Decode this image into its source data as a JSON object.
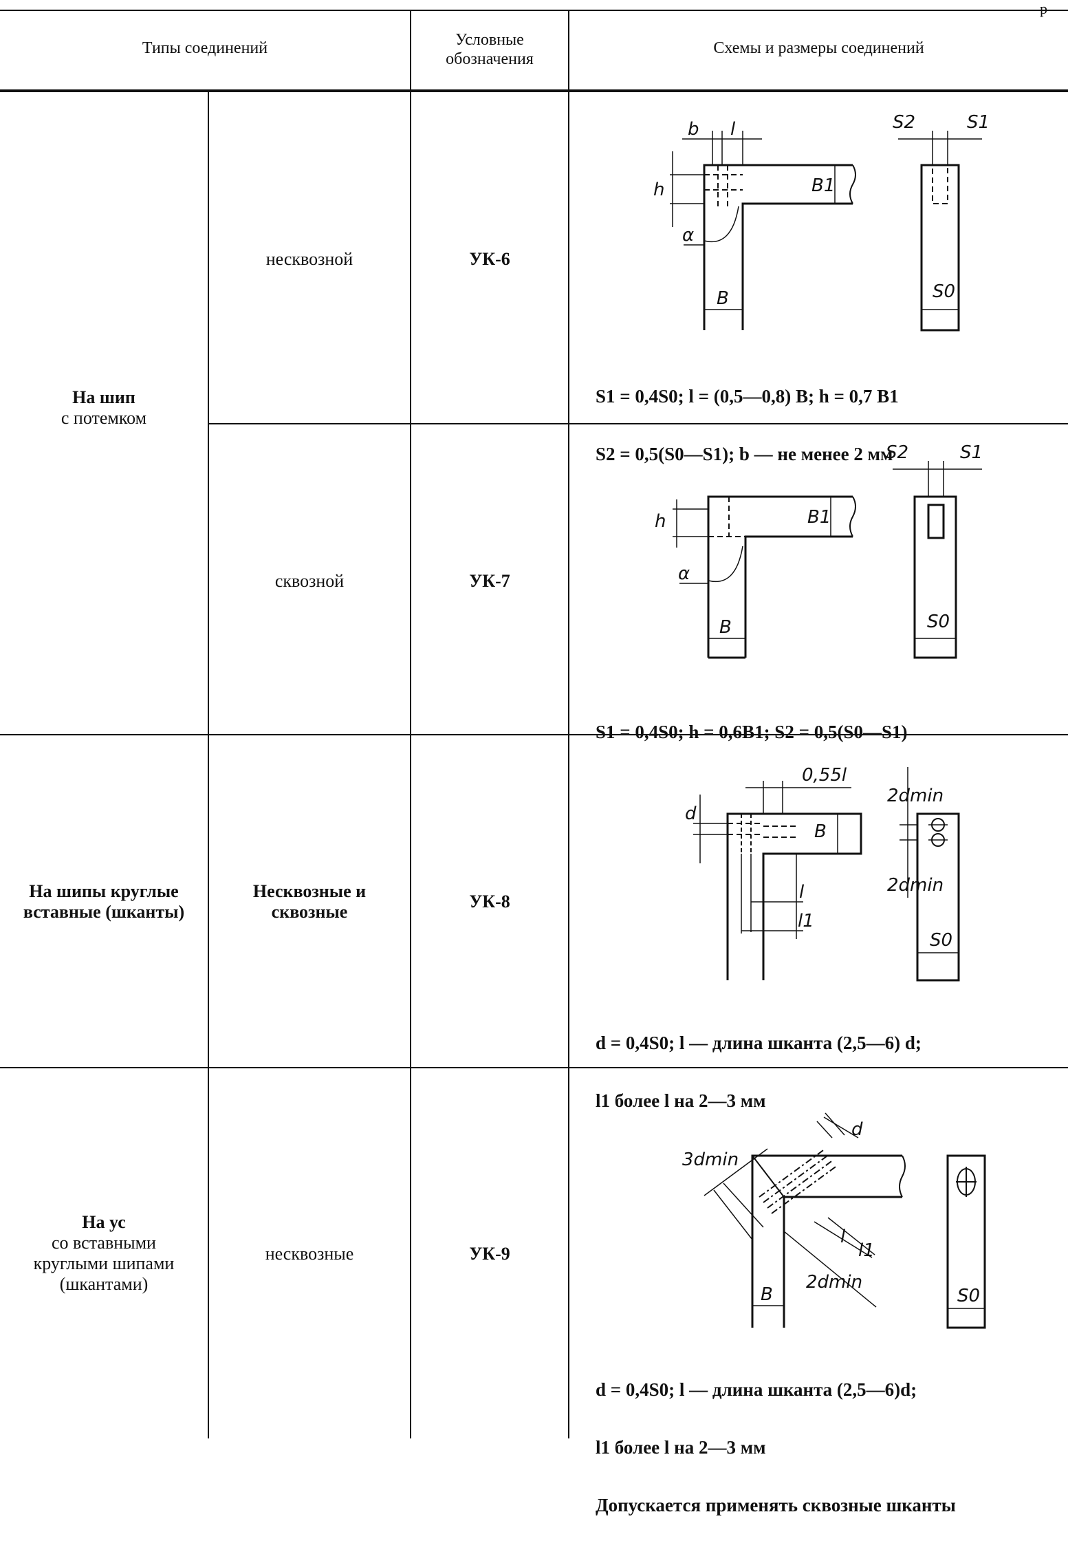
{
  "header": {
    "corner_mark": "р",
    "col1": "Типы соединений",
    "col2_line1": "Условные",
    "col2_line2": "обозначения",
    "col3": "Схемы и размеры соединений"
  },
  "rows": [
    {
      "type_line1": "На шип",
      "type_line2": "с потемком",
      "subtypes": [
        {
          "name": "несквозной",
          "code": "УК-6",
          "formula_line1": "S1 = 0,4S0; l = (0,5—0,8) B; h = 0,7 B1",
          "formula_line2": "S2 = 0,5(S0—S1); b — не менее 2 мм"
        },
        {
          "name": "сквозной",
          "code": "УК-7",
          "formula_line1": "S1 = 0,4S0; h = 0,6B1; S2 = 0,5(S0—S1)"
        }
      ]
    },
    {
      "type_line1": "На шипы круглые",
      "type_line2": "вставные (шканты)",
      "subtype_line1": "Несквозные и",
      "subtype_line2": "сквозные",
      "code": "УК-8",
      "formula_line1": "d = 0,4S0; l — длина шканта (2,5—6) d;",
      "formula_line2": "l1 более l на 2—3 мм"
    },
    {
      "type_line1": "На ус",
      "type_line2": "со вставными",
      "type_line3": "круглыми шипами",
      "type_line4": "(шкантами)",
      "subtype": "несквозные",
      "code": "УК-9",
      "formula_line1": "d = 0,4S0; l — длина шканта (2,5—6)d;",
      "formula_line2": "l1 более l на 2—3 мм",
      "formula_line3": "Допускается применять сквозные шканты"
    }
  ],
  "labels": {
    "b": "b",
    "l": "l",
    "h": "h",
    "alpha": "α",
    "B": "B",
    "B1": "B1",
    "S0": "S0",
    "S1": "S1",
    "S2": "S2",
    "d": "d",
    "l1": "l1",
    "d055l": "0,55l",
    "twodmin": "2dmin",
    "threedmin": "3dmin"
  }
}
